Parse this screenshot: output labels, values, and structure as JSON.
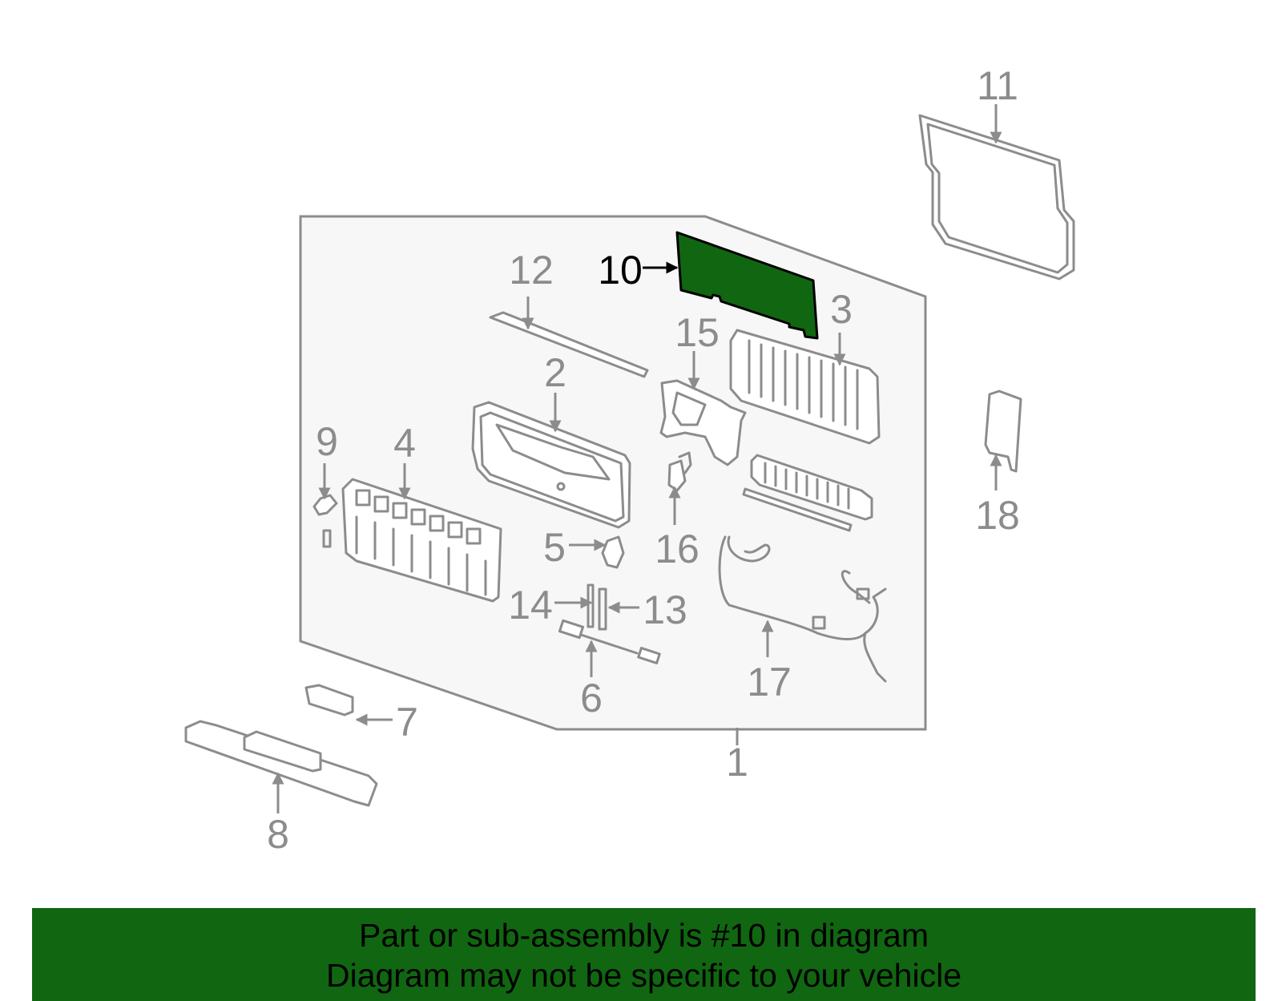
{
  "diagram": {
    "highlight_color": "#116611",
    "outline_color": "#8c8c8c",
    "selected_callout": "10",
    "callouts": [
      "1",
      "2",
      "3",
      "4",
      "5",
      "6",
      "7",
      "8",
      "9",
      "10",
      "11",
      "12",
      "13",
      "14",
      "15",
      "16",
      "17",
      "18"
    ]
  },
  "banner": {
    "line1": "Part or sub-assembly is #10 in diagram",
    "line2": "Diagram may not be specific to your vehicle",
    "background": "#116611"
  }
}
